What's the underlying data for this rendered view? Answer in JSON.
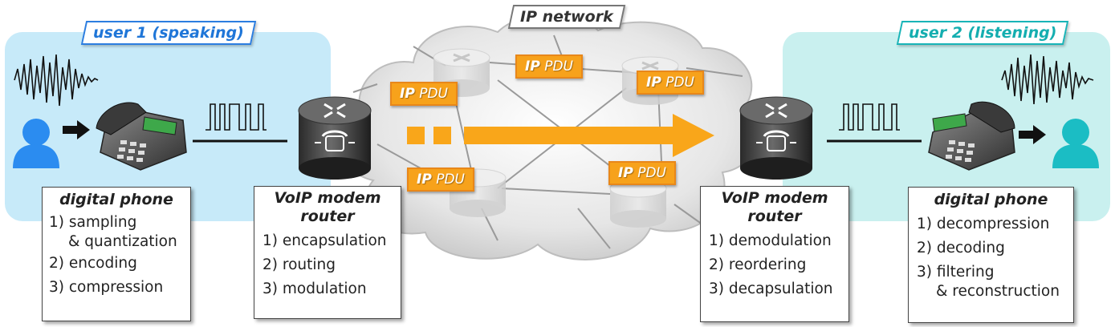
{
  "labels": {
    "user1": "user 1 (speaking)",
    "user2": "user 2 (listening)",
    "network": "IP network"
  },
  "pdu": {
    "prefix": "IP",
    "suffix": "PDU"
  },
  "boxes": {
    "sender_phone": {
      "title": "digital phone",
      "items": [
        "1) sampling",
        "& quantization",
        "2) encoding",
        "3) compression"
      ]
    },
    "sender_router": {
      "title_line1": "VoIP modem",
      "title_line2": "router",
      "items": [
        "1) encapsulation",
        "2) routing",
        "3) modulation"
      ]
    },
    "receiver_router": {
      "title_line1": "VoIP modem",
      "title_line2": "router",
      "items": [
        "1) demodulation",
        "2) reordering",
        "3) decapsulation"
      ]
    },
    "receiver_phone": {
      "title": "digital phone",
      "items": [
        "1) decompression",
        "2) decoding",
        "3) filtering",
        "& reconstruction"
      ]
    }
  },
  "icons": [
    "user-icon",
    "waveform-icon",
    "telephone-icon",
    "digital-signal-icon",
    "router-icon",
    "cloud-icon",
    "arrow-icon"
  ],
  "colors": {
    "user1_zone": "#c7eaf9",
    "user2_zone": "#c9f0ef",
    "user1_accent": "#2b8cf0",
    "user2_accent": "#1bbdc4",
    "pdu": "#f7a21b",
    "flow_arrow": "#f9a61a"
  }
}
